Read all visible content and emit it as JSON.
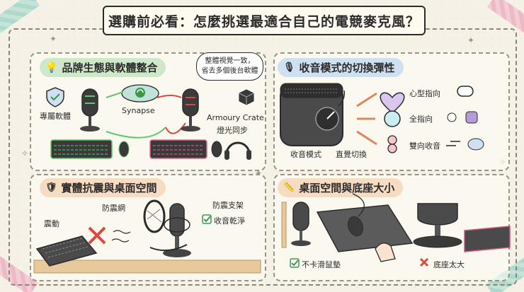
{
  "title": "選購前必看：怎麼挑選最適合自己的電競麥克風？",
  "sections": {
    "ecosystem": {
      "heading": "品牌生態與軟體整合",
      "exclusive_software": "專屬軟體",
      "synapse": "Synapse",
      "armoury_crate": "Armoury Crate",
      "lighting_sync": "燈光同步",
      "bubble_line1": "整體視覺一致，",
      "bubble_line2": "省去多個後台軟體"
    },
    "pickup_modes": {
      "heading": "收音模式的切換彈性",
      "mode_knob": "收音模式",
      "intuitive_switch": "直覺切換",
      "cardioid": "心型指向",
      "omni": "全指向",
      "bidirectional": "雙向收音"
    },
    "shock": {
      "heading": "實體抗震與桌面空間",
      "vibration": "震動",
      "pop_filter": "防震網",
      "shock_mount": "防震支架",
      "clean_audio": "收音乾淨"
    },
    "desk_space": {
      "heading": "桌面空間與底座大小",
      "smooth_mouse": "不卡滑鼠墊",
      "base_too_big": "底座太大"
    }
  },
  "colors": {
    "green_header": "#cfe8c9",
    "blue_header": "#cfe0f0",
    "orange_header": "#f6dcc3",
    "check_green": "#3a9a4a",
    "cross_red": "#e0473c",
    "accent_purple": "#b59bd8"
  }
}
